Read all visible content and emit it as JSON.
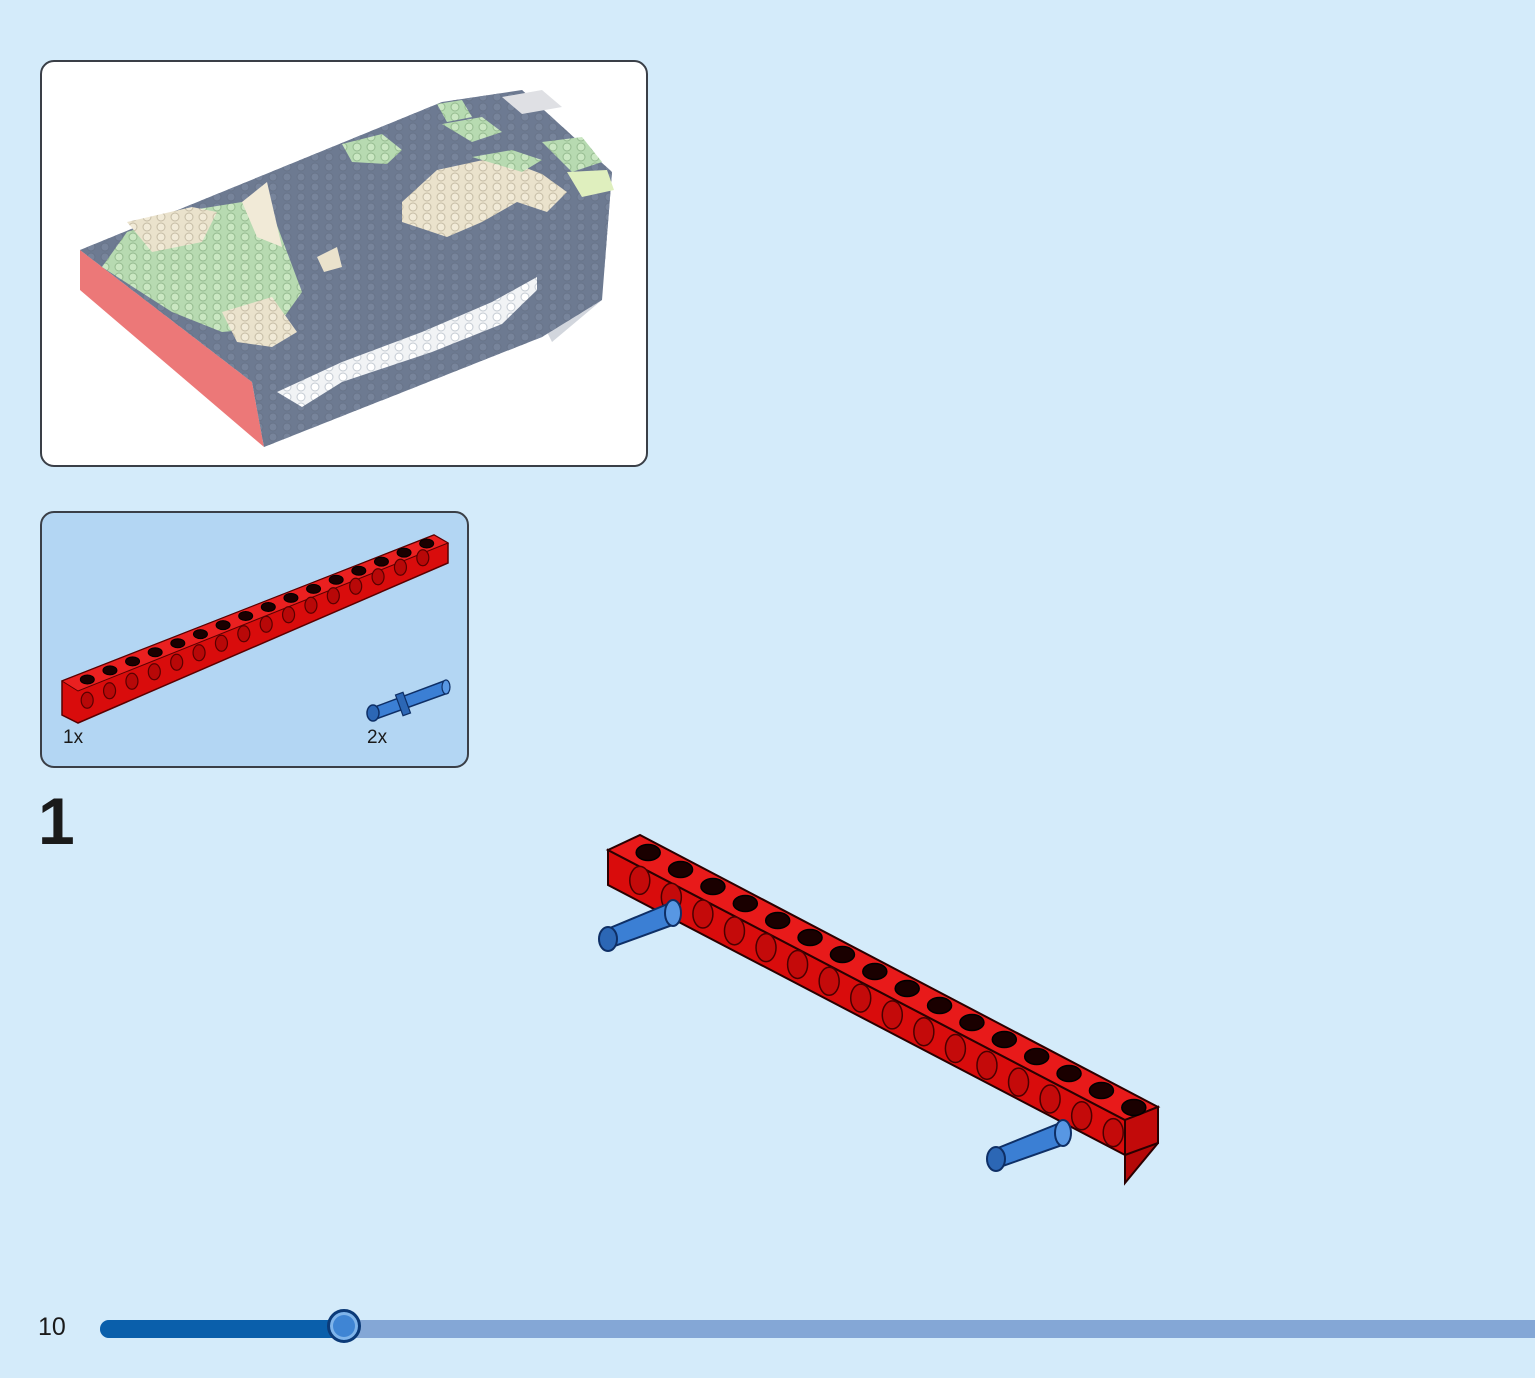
{
  "page": {
    "page_number": "10",
    "background_color": "#d4ebfa"
  },
  "preview": {
    "description_icon": "model-progress-preview"
  },
  "parts": {
    "items": [
      {
        "name": "red-technic-beam-icon",
        "quantity": "1x",
        "color": "#d90c0c"
      },
      {
        "name": "blue-friction-pin-icon",
        "quantity": "2x",
        "color": "#3b7fd4"
      }
    ]
  },
  "step": {
    "number": "1"
  },
  "progress": {
    "fraction": 0.17,
    "fill_color": "#0a5fab",
    "track_color": "#84a7d6"
  }
}
